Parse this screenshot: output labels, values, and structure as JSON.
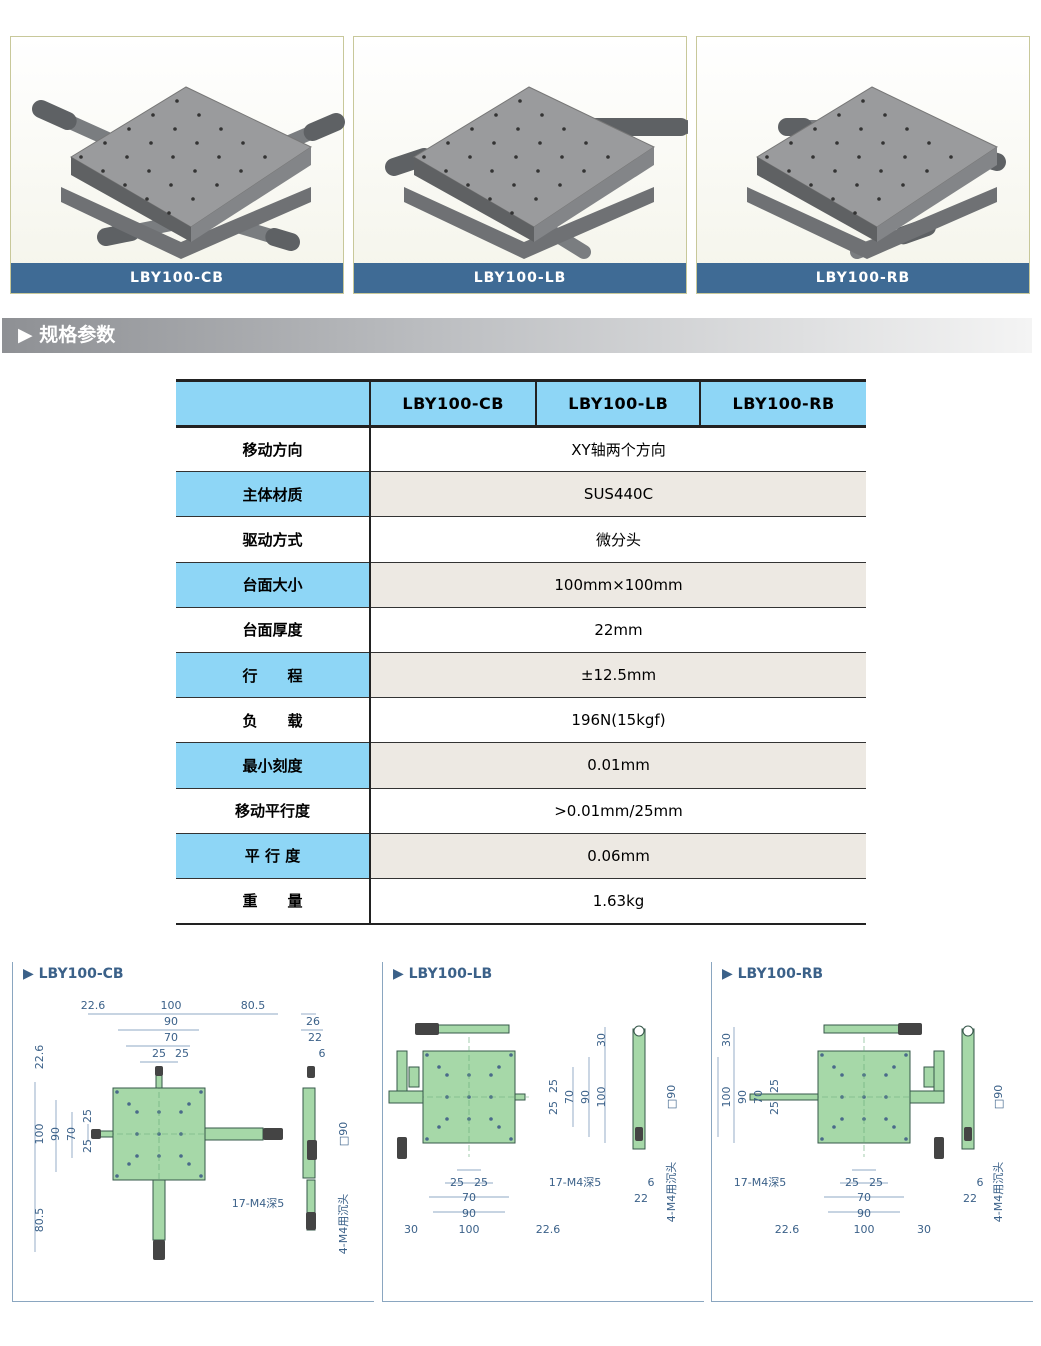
{
  "products": [
    {
      "caption": "LBY100-CB"
    },
    {
      "caption": "LBY100-LB"
    },
    {
      "caption": "LBY100-RB"
    }
  ],
  "section": {
    "arrow": "▶",
    "title": "规格参数"
  },
  "spec_table": {
    "headers": [
      "",
      "LBY100-CB",
      "LBY100-LB",
      "LBY100-RB"
    ],
    "rows": [
      {
        "label": "移动方向",
        "value": "XY轴两个方向"
      },
      {
        "label": "主体材质",
        "value": "SUS440C"
      },
      {
        "label": "驱动方式",
        "value": "微分头"
      },
      {
        "label": "台面大小",
        "value": "100mm×100mm"
      },
      {
        "label": "台面厚度",
        "value": "22mm"
      },
      {
        "label": "行　　程",
        "value": "±12.5mm"
      },
      {
        "label": "负　　载",
        "value": "196N(15kgf)"
      },
      {
        "label": "最小刻度",
        "value": "0.01mm"
      },
      {
        "label": "移动平行度",
        "value": ">0.01mm/25mm"
      },
      {
        "label": "平 行 度",
        "value": "0.06mm"
      },
      {
        "label": "重　　量",
        "value": "1.63kg"
      }
    ]
  },
  "drawings": [
    {
      "title": "▶ LBY100-CB",
      "dims": [
        "22.6",
        "100",
        "80.5",
        "90",
        "70",
        "25",
        "25",
        "22.6",
        "100",
        "90",
        "70",
        "25",
        "25",
        "80.5",
        "26",
        "22",
        "6",
        "□90",
        "17-M4深5",
        "4-M4用沉头"
      ]
    },
    {
      "title": "▶ LBY100-LB",
      "dims": [
        "30",
        "100",
        "90",
        "70",
        "25",
        "25",
        "25",
        "25",
        "70",
        "90",
        "100",
        "30",
        "22.6",
        "□90",
        "22",
        "6",
        "17-M4深5",
        "4-M4用沉头"
      ]
    },
    {
      "title": "▶ LBY100-RB",
      "dims": [
        "30",
        "100",
        "90",
        "70",
        "25",
        "25",
        "25",
        "25",
        "70",
        "90",
        "100",
        "22.6",
        "30",
        "□90",
        "22",
        "6",
        "17-M4深5",
        "4-M4用沉头"
      ]
    }
  ],
  "colors": {
    "caption_bar": "#3f6b95",
    "table_blue": "#8ed6f6",
    "table_gray": "#ede9e3",
    "stage_green": "#a6d8a8",
    "dim_blue": "#3b6189"
  }
}
